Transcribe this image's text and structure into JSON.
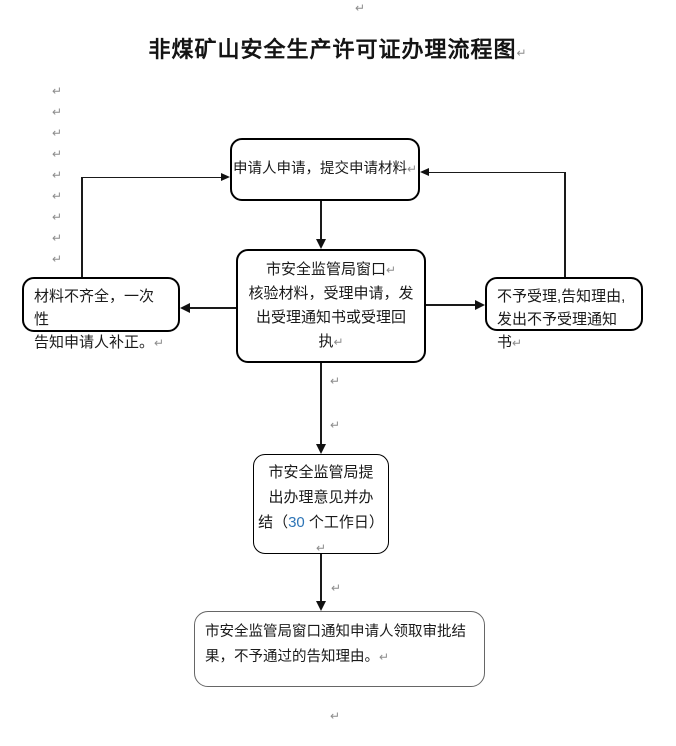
{
  "page": {
    "title": "非煤矿山安全生产许可证办理流程图"
  },
  "glyphs": {
    "paragraph_mark": "↵"
  },
  "colors": {
    "text": "#1a1a1a",
    "line": "#1a1a1a",
    "number_accent": "#2e75b6",
    "paragraph_mark": "#8c8c8c"
  },
  "nodes": {
    "apply": {
      "line1": "申请人申请，提交申请材料"
    },
    "review": {
      "line1": "市安全监管局窗口",
      "line2": "核验材料，受理申请，发",
      "line3": "出受理通知书或受理回",
      "line4": "执"
    },
    "incomplete": {
      "line1": "材料不齐全，一次性",
      "line2": "告知申请人补正。"
    },
    "reject": {
      "line1": "不予受理,告知理由,",
      "line2": "发出不予受理通知书"
    },
    "decision": {
      "line1": "市安全监管局提",
      "line2": "出办理意见并办",
      "line3_pre": "结（",
      "line3_num": "30",
      "line3_post": " 个工作日）"
    },
    "result": {
      "line1": "市安全监管局窗口通知申请人领取审批结",
      "line2": "果，不予通过的告知理由。"
    }
  }
}
